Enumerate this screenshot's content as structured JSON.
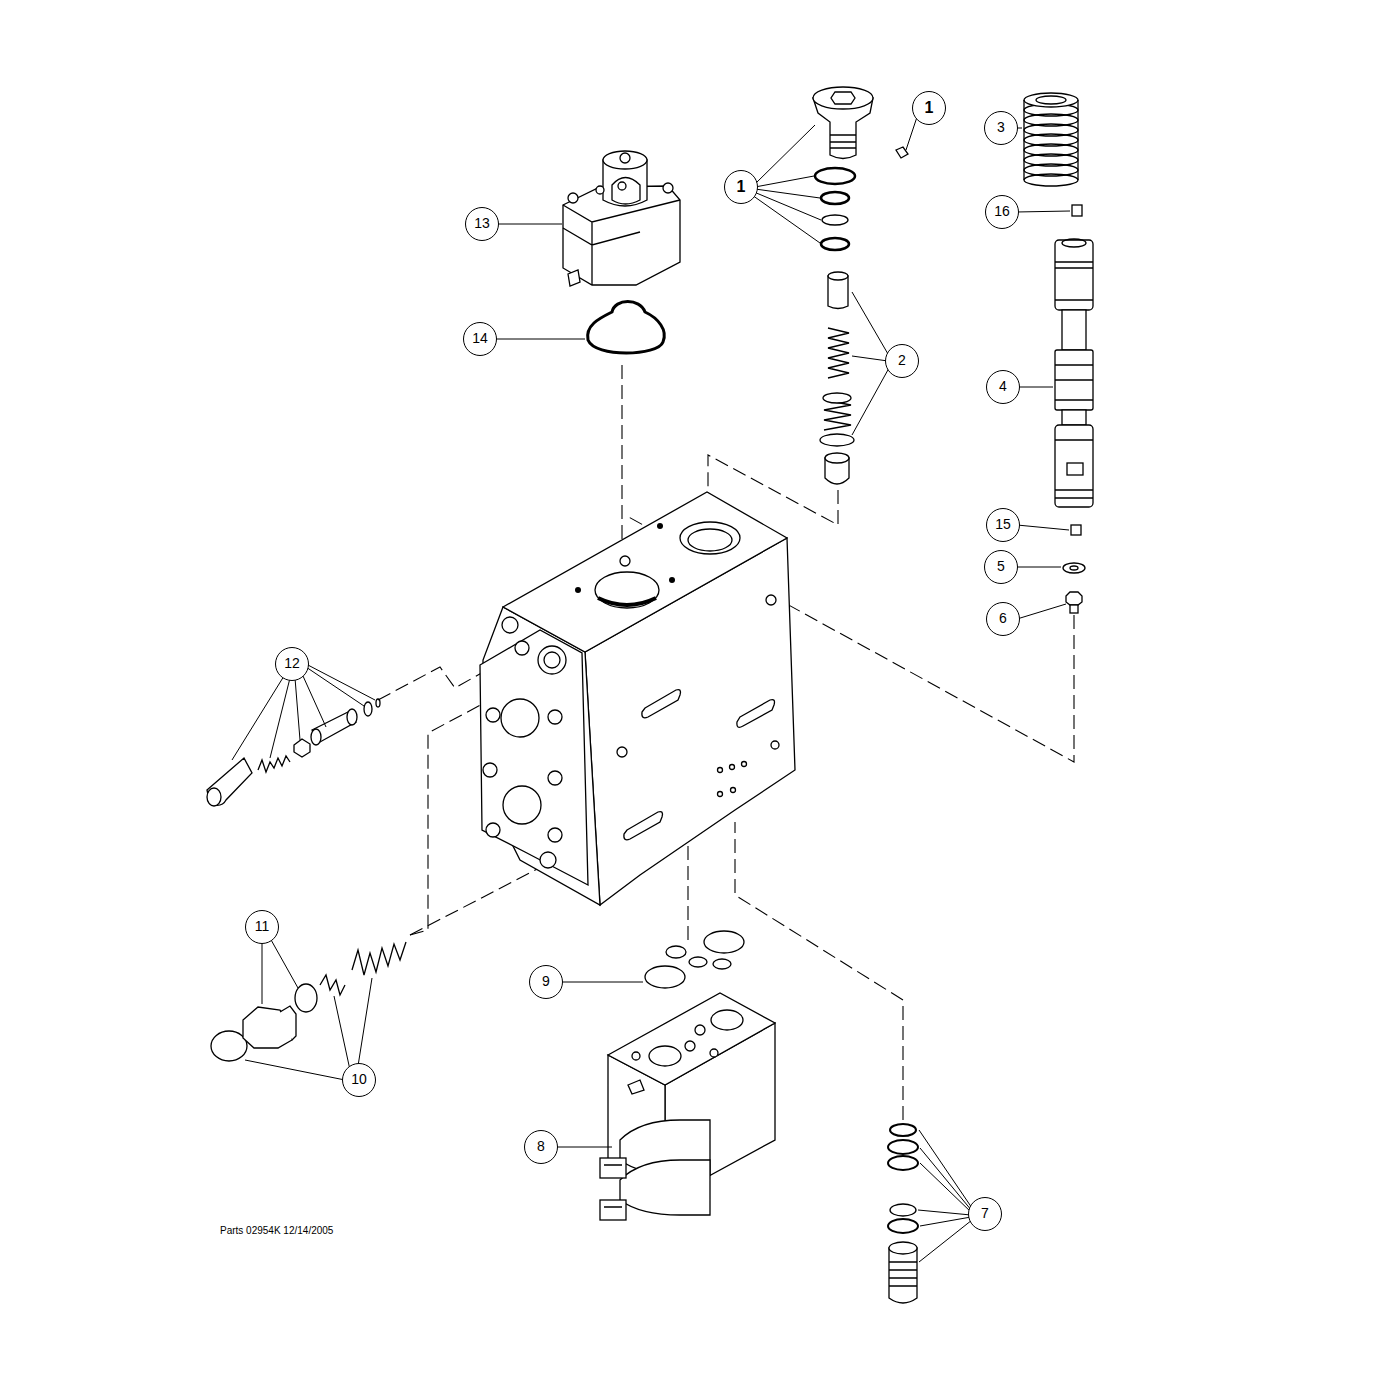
{
  "diagram": {
    "labels": [
      "1",
      "3",
      "1",
      "16",
      "13",
      "14",
      "2",
      "4",
      "15",
      "5",
      "6",
      "12",
      "11",
      "9",
      "10",
      "8",
      "7",
      "Parts 02954K 12/14/2005"
    ]
  }
}
